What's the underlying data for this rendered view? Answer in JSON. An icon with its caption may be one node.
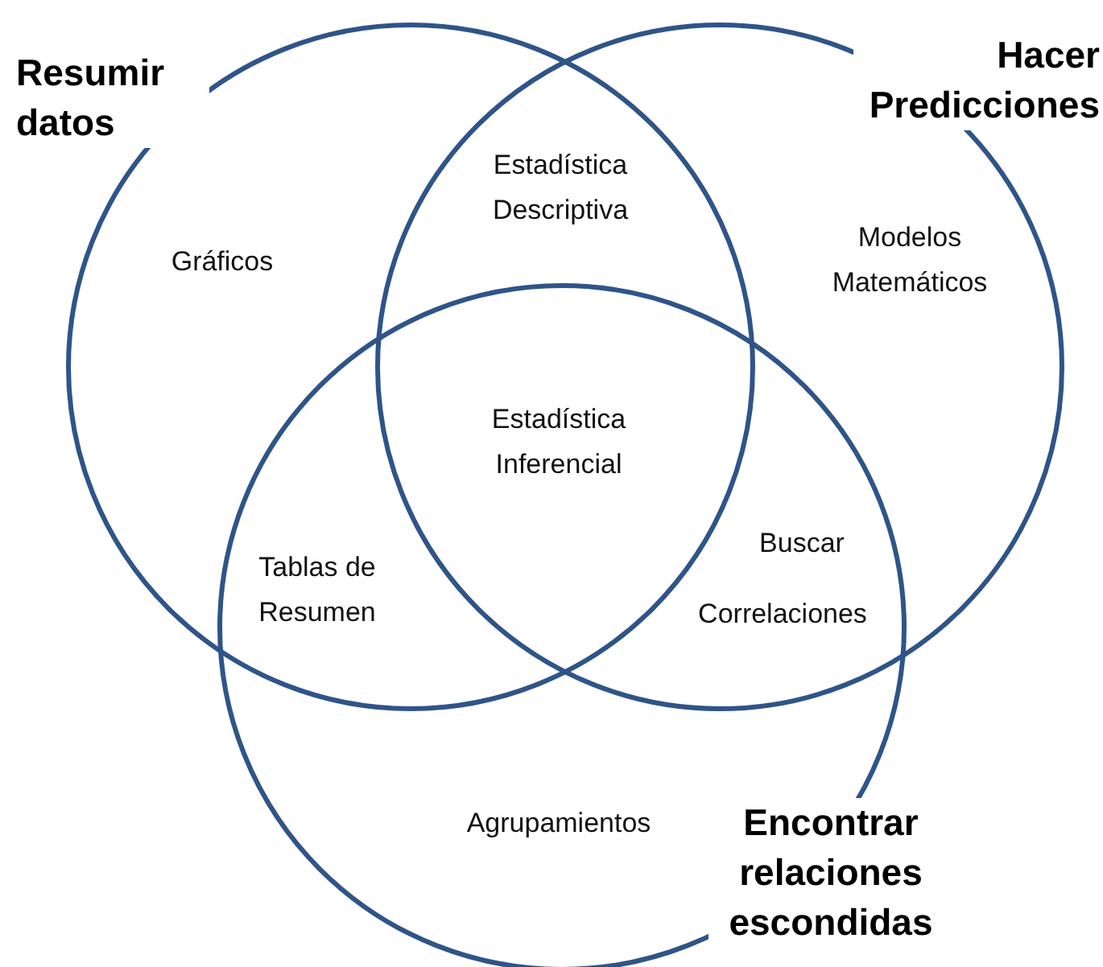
{
  "diagram": {
    "nodes": [
      {
        "text": [
          "Resumir datos"
        ]
      },
      {
        "text": [
          "Hacer Predicciones"
        ]
      },
      {
        "text": [
          "Encontrar relaciones escondidas"
        ]
      }
    ],
    "labels": [
      "Estadística Descriptiva",
      "Gráficos",
      "Modelos Matemáticos",
      "Estadística Inferencial",
      "Buscar",
      "Tablas de Resumen",
      "Correlaciones",
      "Agrupamientos"
    ]
  }
}
